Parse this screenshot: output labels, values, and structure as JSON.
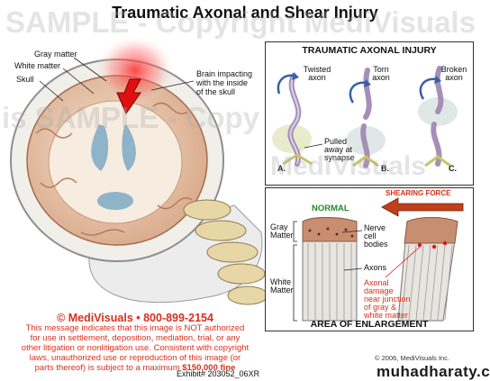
{
  "title": "Traumatic Axonal and Shear Injury",
  "watermark": {
    "text": "SAMPLE - Copyright MediVisuals",
    "line2": "is SAMPLE - Copy",
    "line3": "MediVisuals"
  },
  "head_labels": {
    "gray_matter": "Gray matter",
    "white_matter": "White matter",
    "skull": "Skull",
    "impact_line1": "Brain impacting",
    "impact_line2": "with the inside",
    "impact_line3": "of the skull"
  },
  "axonal_panel": {
    "title": "TRAUMATIC AXONAL INJURY",
    "twisted_1": "Twisted",
    "twisted_2": "axon",
    "torn_1": "Torn",
    "torn_2": "axon",
    "broken_1": "Broken",
    "broken_2": "axon",
    "pulled_1": "Pulled",
    "pulled_2": "away at",
    "pulled_3": "synapse",
    "panel_a": "A.",
    "panel_b": "B.",
    "panel_c": "C."
  },
  "shear_panel": {
    "normal": "NORMAL",
    "shearing_force": "SHEARING FORCE",
    "gray_matter_1": "Gray",
    "gray_matter_2": "Matter",
    "white_matter_1": "White",
    "white_matter_2": "Matter",
    "nerve_1": "Nerve",
    "nerve_2": "cell",
    "nerve_3": "bodies",
    "axons": "Axons",
    "damage_1": "Axonal",
    "damage_2": "damage",
    "damage_3": "near junction",
    "damage_4": "of gray &",
    "damage_5": "white matter",
    "area": "AREA OF ENLARGEMENT"
  },
  "notice": {
    "brand": "© MediVisuals • 800-899-2154",
    "line1": "This message indicates that this image is NOT authorized",
    "line2": "for use in settlement, deposition, mediation, trial, or any",
    "line3": "other litigation or nonlitigation use.  Consistent with copyright",
    "line4": "laws, unauthorized use or reproduction of this image (or",
    "line5_pre": "parts thereof) is subject to a maximum ",
    "line5_fine": "$150,000 fine"
  },
  "exhibit": "Exhibit# 203052_06XR",
  "copyright_small": "© 2006, MediVisuals Inc.",
  "site": "muhadharaty.com",
  "colors": {
    "accent_red": "#e01010",
    "normal_green": "#1f8a2a",
    "shear_red": "#d83018",
    "notice_red": "#d8301e"
  }
}
